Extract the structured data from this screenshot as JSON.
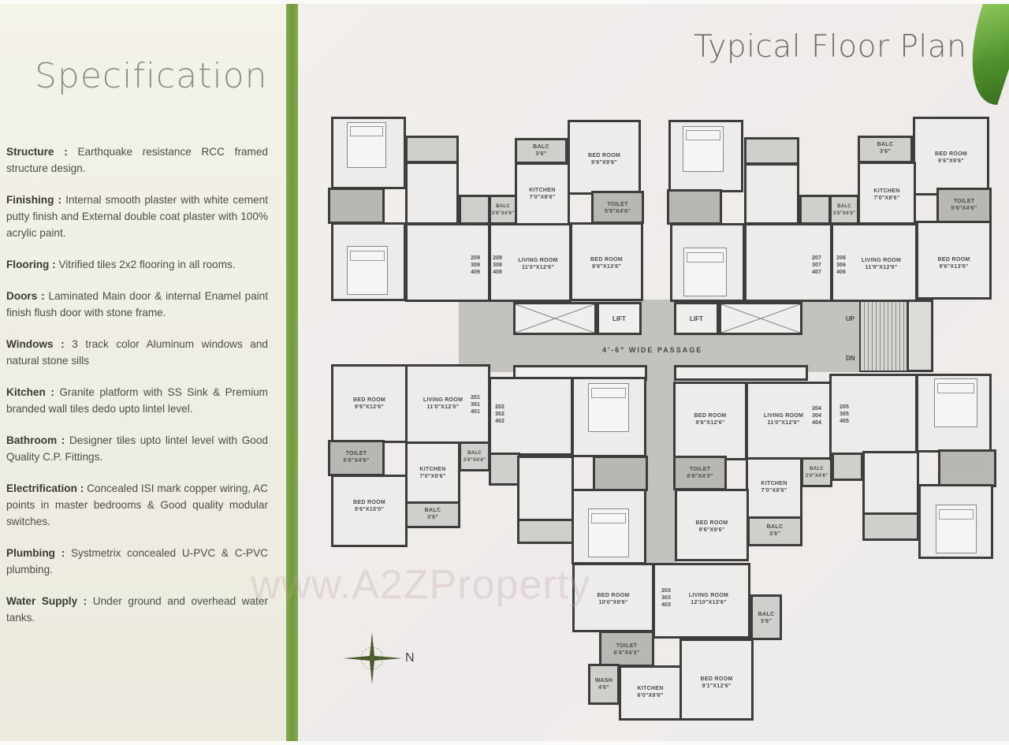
{
  "specification": {
    "title": "Specification",
    "items": [
      {
        "key": "Structure",
        "value": "Earthquake resistance RCC framed structure design."
      },
      {
        "key": "Finishing",
        "value": "Internal smooth plaster with white cement putty finish and External double coat plaster with 100% acrylic paint."
      },
      {
        "key": "Flooring",
        "value": "Vitrified tiles 2x2 flooring in all rooms."
      },
      {
        "key": "Doors",
        "value": "Laminated Main door & internal Enamel paint finish flush door with stone frame."
      },
      {
        "key": "Windows",
        "value": "3 track color Aluminum windows and natural stone sills"
      },
      {
        "key": "Kitchen",
        "value": "Granite platform with SS Sink & Premium branded wall tiles dedo upto lintel level."
      },
      {
        "key": "Bathroom",
        "value": "Designer tiles upto lintel level with Good Quality C.P. Fittings."
      },
      {
        "key": "Electrification",
        "value": "Concealed ISI mark copper wiring, AC points in master bedrooms & Good quality modular switches."
      },
      {
        "key": "Plumbing",
        "value": "Systmetrix concealed U-PVC & C-PVC plumbing."
      },
      {
        "key": "Water Supply",
        "value": "Under ground and overhead water tanks."
      }
    ]
  },
  "floor_plan": {
    "title": "Typical Floor Plan",
    "watermark": "www.A2ZProperty",
    "passage_label": "4'-6\" WIDE PASSAGE",
    "lift_label": "LIFT",
    "stairs_up": "UP",
    "stairs_dn": "DN",
    "compass_label": "N",
    "flats": {
      "top_left_a": {
        "bed1": "BED ROOM",
        "bed1_size": "9'6\"X9'6\"",
        "kitchen": "KITCHEN",
        "kitchen_size": "7'0\"X8'6\"",
        "toilet": "TOILET",
        "toilet_size": "5'6\"X4'6\"",
        "bed2": "BED ROOM",
        "bed2_size": "9'6\"X13'6\"",
        "living": "LIVING ROOM",
        "living_size": "11'0\"X12'6\"",
        "balc": "BALC",
        "balc_size": "3'6\"",
        "dry_balc": "BALC",
        "dry_balc_size": "3'6\"X4'6\"",
        "nums": [
          "208",
          "308",
          "408"
        ],
        "nums_left": [
          "209",
          "309",
          "409"
        ]
      },
      "top_right": {
        "bed1": "BED ROOM",
        "bed1_size": "9'6\"X9'6\"",
        "kitchen": "KITCHEN",
        "kitchen_size": "7'0\"X8'6\"",
        "toilet": "TOILET",
        "toilet_size": "5'6\"X4'6\"",
        "bed2": "BED ROOM",
        "bed2_size": "9'6\"X13'6\"",
        "living": "LIVING ROOM",
        "living_size": "11'9\"X12'6\"",
        "balc": "BALC",
        "balc_size": "3'6\"",
        "dry_balc": "BALC",
        "dry_balc_size": "3'6\"X4'6\"",
        "nums": [
          "206",
          "306",
          "406"
        ],
        "nums_left": [
          "207",
          "307",
          "407"
        ]
      },
      "bottom_left": {
        "bed1": "BED ROOM",
        "bed1_size": "9'6\"X12'6\"",
        "living": "LIVING ROOM",
        "living_size": "11'0\"X12'6\"",
        "toilet": "TOILET",
        "toilet_size": "5'6\"X4'6\"",
        "kitchen": "KITCHEN",
        "kitchen_size": "7'0\"X8'6\"",
        "bed2": "BED ROOM",
        "bed2_size": "9'6\"X10'0\"",
        "balc": "BALC",
        "balc_size": "3'6\"",
        "dry_balc": "BALC",
        "dry_balc_size": "3'6\"X4'6\"",
        "nums": [
          "201",
          "301",
          "401"
        ],
        "nums_right": [
          "202",
          "302",
          "402"
        ]
      },
      "bottom_right": {
        "bed1": "BED ROOM",
        "bed1_size": "9'6\"X12'6\"",
        "living": "LIVING ROOM",
        "living_size": "11'0\"X12'9\"",
        "toilet": "TOILET",
        "toilet_size": "6'6\"X4'3\"",
        "kitchen": "KITCHEN",
        "kitchen_size": "7'0\"X8'6\"",
        "bed2": "BED ROOM",
        "bed2_size": "9'6\"X9'6\"",
        "balc": "BALC",
        "balc_size": "3'6\"",
        "dry_balc": "BALC",
        "dry_balc_size": "3'6\"X4'6\"",
        "nums": [
          "204",
          "304",
          "404"
        ],
        "nums_right": [
          "205",
          "305",
          "405"
        ]
      },
      "bottom_center": {
        "bed1": "BED ROOM",
        "bed1_size": "10'0\"X9'6\"",
        "living": "LIVING ROOM",
        "living_size": "12'10\"X13'6\"",
        "toilet": "TOILET",
        "toilet_size": "6'4\"X4'3\"",
        "wash": "WASH",
        "wash_size": "4'6\"",
        "kitchen": "KITCHEN",
        "kitchen_size": "6'0\"X8'6\"",
        "bed2": "BED ROOM",
        "bed2_size": "9'1\"X12'6\"",
        "balc": "BALC",
        "balc_size": "3'6\"",
        "nums": [
          "203",
          "303",
          "403"
        ]
      }
    }
  }
}
